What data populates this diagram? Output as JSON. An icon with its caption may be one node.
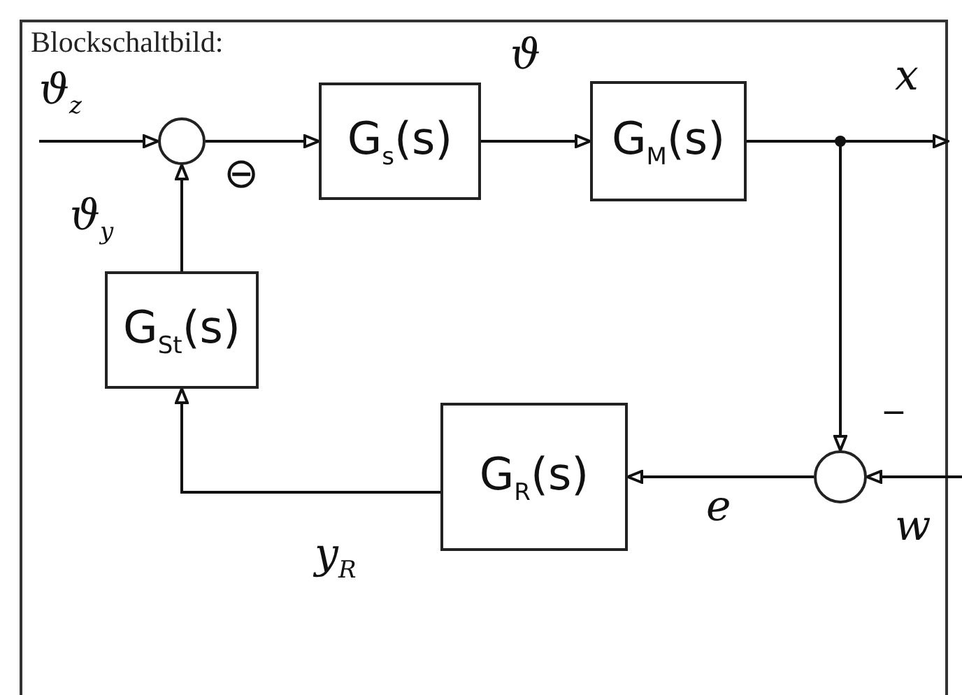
{
  "diagram": {
    "title": "Blockschaltbild:",
    "nodes": [
      {
        "text": [],
        "shape": "circle"
      },
      {
        "text": [
          "G$_{s}$(s)"
        ]
      },
      {
        "text": [
          "G$_{M}$(s)"
        ]
      },
      {
        "text": [
          "G$_{St}$(s)"
        ]
      },
      {
        "text": [
          "G$_{R}$(s)"
        ]
      },
      {
        "text": [],
        "shape": "circle"
      }
    ],
    "edges": [
      {
        "from": null,
        "to": 0,
        "arrow": "to",
        "label": "ϑ$_{z}$"
      },
      {
        "from": 0,
        "to": 1,
        "arrow": "to"
      },
      {
        "from": 1,
        "to": 2,
        "arrow": "to",
        "label": "ϑ"
      },
      {
        "from": 2,
        "to": null,
        "arrow": "to",
        "label": "x"
      },
      {
        "from": 2,
        "to": 5,
        "arrow": "to"
      },
      {
        "from": null,
        "to": 5,
        "arrow": "to",
        "label": "w"
      },
      {
        "from": 5,
        "to": 4,
        "arrow": "to",
        "label": "e"
      },
      {
        "from": 4,
        "to": 3,
        "arrow": "to",
        "label": "y$_{R}$"
      },
      {
        "from": 3,
        "to": 0,
        "arrow": "to",
        "label": "ϑ$_{y}$"
      }
    ],
    "labels": [
      "⊖",
      "−"
    ]
  }
}
